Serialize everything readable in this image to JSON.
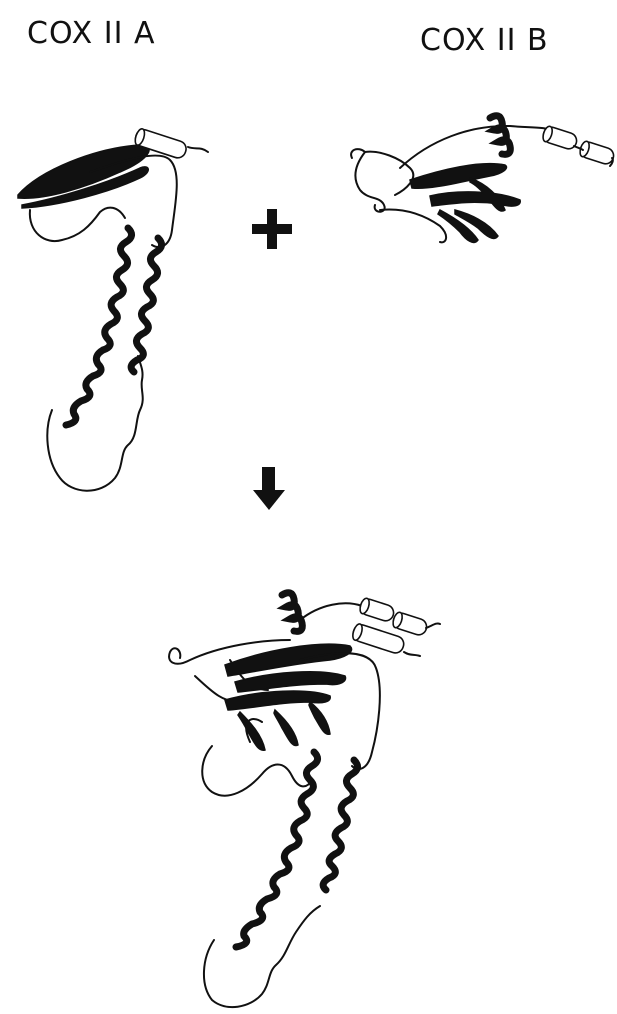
{
  "labels": {
    "cox_a": "COX II A",
    "cox_b": "COX II B"
  },
  "symbols": {
    "plus": "plus-sign",
    "arrow": "down-arrow"
  },
  "colors": {
    "ink": "#111111",
    "background": "#ffffff"
  }
}
